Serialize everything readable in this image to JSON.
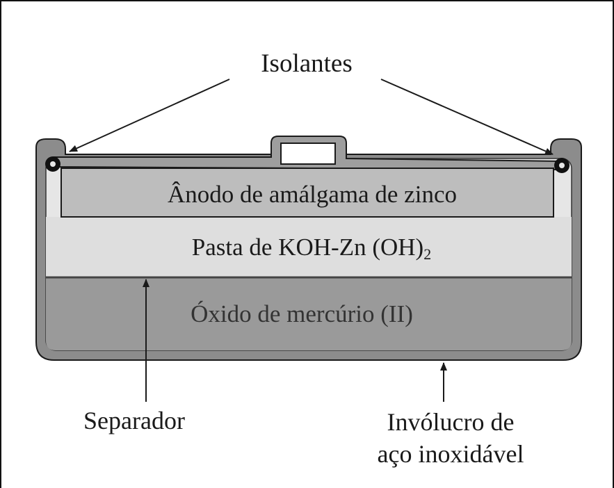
{
  "labels": {
    "isolantes": "Isolantes",
    "anodo": "Ânodo de amálgama de zinco",
    "pasta_main": "Pasta de KOH-Zn (OH)",
    "pasta_sub": "2",
    "oxido": "Óxido de mercúrio (II)",
    "separador": "Separador",
    "involucro_line1": "Invólucro de",
    "involucro_line2": "aço inoxidável"
  },
  "colors": {
    "casing": "#8c8c8c",
    "anode": "#bdbdbd",
    "paste": "#dedede",
    "oxide": "#9a9a9a",
    "outline": "#1a1a1a"
  }
}
